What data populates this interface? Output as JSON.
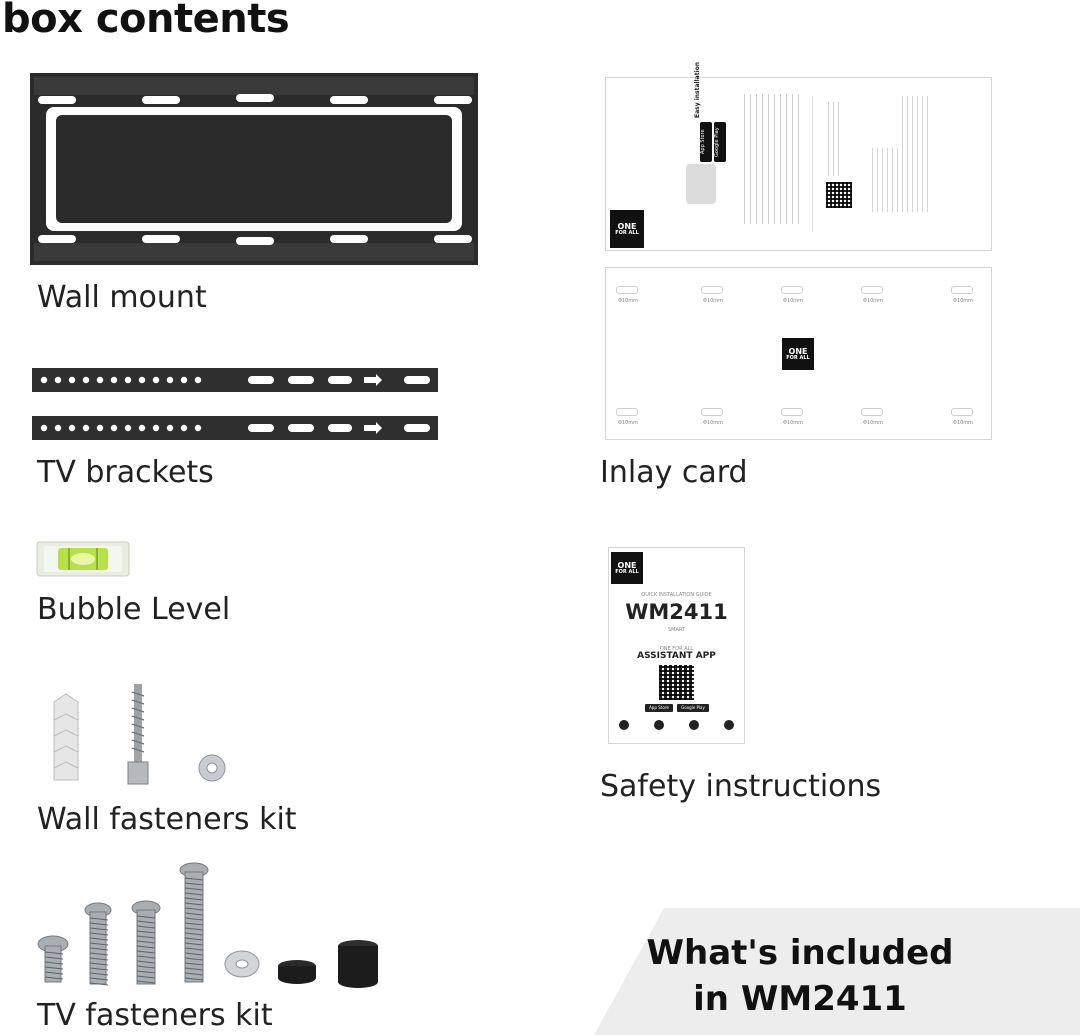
{
  "heading": "box contents",
  "items": {
    "wall_mount": "Wall mount",
    "tv_brackets": "TV brackets",
    "bubble_level": "Bubble Level",
    "wall_fasteners": "Wall fasteners kit",
    "tv_fasteners": "TV fasteners kit",
    "inlay_card": "Inlay card",
    "safety": "Safety instructions"
  },
  "guide": {
    "easy_install": "Easy installation",
    "app_store": "App Store",
    "google_play": "Google Play",
    "brand_line1": "ONE",
    "brand_line2": "FOR ALL"
  },
  "inlay": {
    "hole_label": "Φ10mm"
  },
  "safety_doc": {
    "subtitle": "QUICK INSTALLATION GUIDE",
    "model": "WM2411",
    "model_sub": "SMART",
    "app_line1": "ONE FOR ALL",
    "app_line2": "ASSISTANT APP"
  },
  "banner": {
    "line1": "What's included",
    "line2": "in  WM2411"
  },
  "colors": {
    "metal": "#2b2b2b",
    "banner_bg": "#ededed",
    "level_green": "#b8e04a"
  }
}
